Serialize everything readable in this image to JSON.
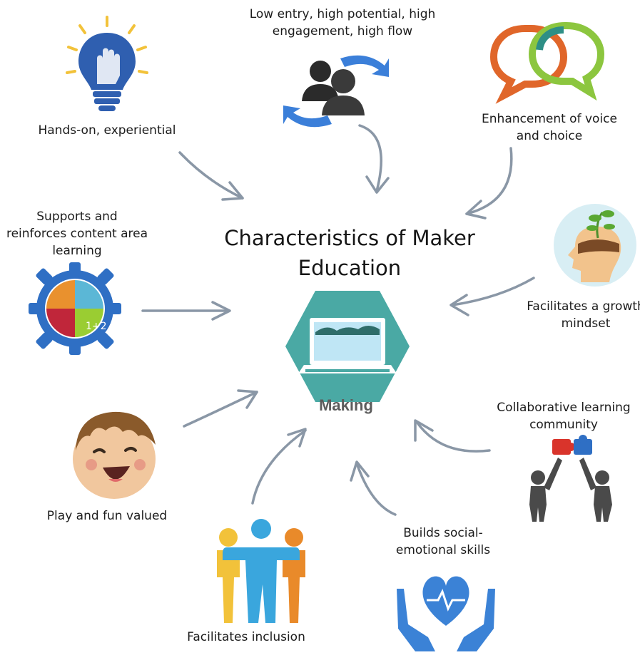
{
  "title": "Characteristics of Maker Education",
  "center": {
    "label": "Making",
    "icon": "making-laptop-hexagon"
  },
  "characteristics": [
    {
      "label": "Hands-on, experiential",
      "icon": "lightbulb-hand-icon"
    },
    {
      "label": "Low entry, high potential, high engagement, high flow",
      "icon": "people-cycle-icon"
    },
    {
      "label": "Enhancement of voice and choice",
      "icon": "speech-bubbles-icon"
    },
    {
      "label": "Supports and reinforces content area learning",
      "icon": "subjects-gear-icon"
    },
    {
      "label": "Facilitates a growth mindset",
      "icon": "head-plant-icon"
    },
    {
      "label": "Collaborative learning community",
      "icon": "puzzle-people-icon"
    },
    {
      "label": "Play and fun valued",
      "icon": "laughing-face-icon"
    },
    {
      "label": "Builds social-emotional skills",
      "icon": "heart-hands-icon"
    },
    {
      "label": "Facilitates inclusion",
      "icon": "group-people-icon"
    }
  ],
  "colors": {
    "arrow": "#8a97a6",
    "blue": "#2f5fb0",
    "orange": "#e0662a",
    "teal": "#4aa9a4",
    "green": "#8cc63f",
    "yellow": "#f2c23a"
  }
}
